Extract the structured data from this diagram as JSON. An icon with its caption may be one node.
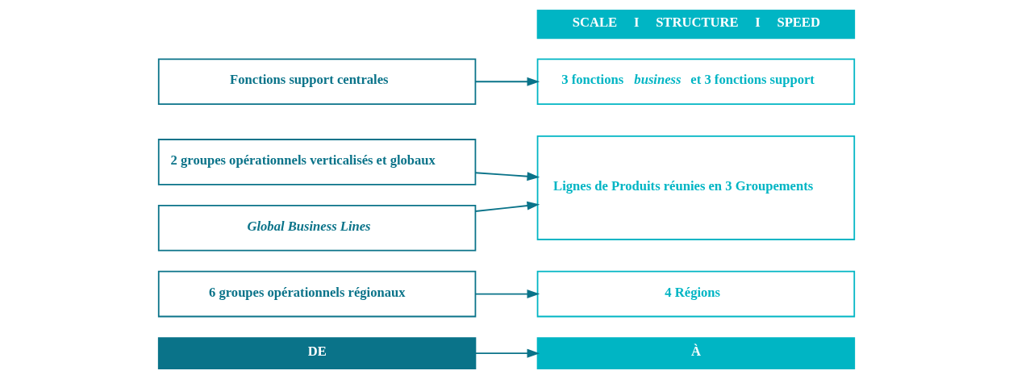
{
  "diagram": {
    "nodes": [
      {
        "text": [
          "DE"
        ]
      },
      {
        "text": [
          "À"
        ]
      },
      {
        "text": [
          "6 groupes opérationnels régionaux"
        ]
      },
      {
        "text": [
          "4 Régions"
        ]
      },
      {
        "text": [
          "2 groupes opérationnels verticalisés et globaux"
        ]
      },
      {
        "text": [
          "Global Business Lines"
        ]
      },
      {
        "text": [
          "Lignes de Produits réunies en 3 Groupements"
        ]
      },
      {
        "text": [
          "Fonctions support centrales"
        ]
      },
      {
        "text": [
          "3 fonctions *business* et 3 fonctions support"
        ]
      },
      {
        "text": [
          "SCALE     I     STRUCTURE     I     SPEED"
        ]
      }
    ],
    "edges": [
      {
        "from": 0,
        "to": 1,
        "arrow": "to"
      },
      {
        "from": 2,
        "to": 3,
        "arrow": "to"
      },
      {
        "from": 4,
        "to": 6,
        "arrow": "to"
      },
      {
        "from": 5,
        "to": 6,
        "arrow": "to"
      },
      {
        "from": 7,
        "to": 8,
        "arrow": "to"
      }
    ]
  }
}
